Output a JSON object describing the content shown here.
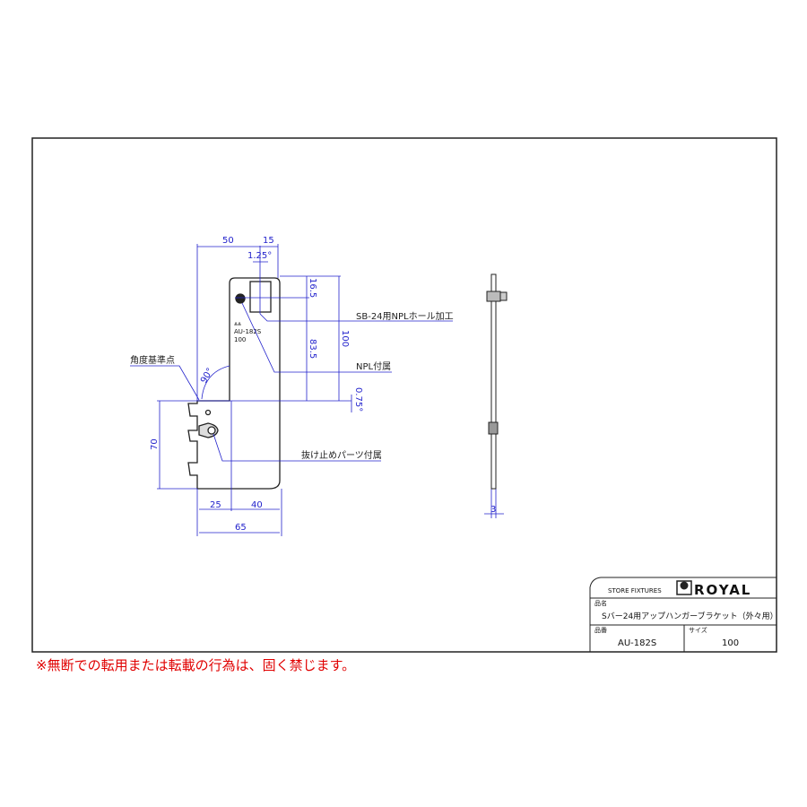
{
  "drawing": {
    "dimensions": {
      "d50": "50",
      "d15": "15",
      "angle_top": "1.25°",
      "d16_5": "16.5",
      "d100": "100",
      "d83_5": "83.5",
      "angle_bottom": "0.75°",
      "angle_90": "90°",
      "d70": "70",
      "d25": "25",
      "d40": "40",
      "d65": "65",
      "thickness": "3"
    },
    "callouts": {
      "angle_reference": "角度基準点",
      "hole": "SB-24用NPLホール加工",
      "npl": "NPL付属",
      "stopper": "抜け止めパーツ付属"
    },
    "part_marking": {
      "code": "AU-182S",
      "size": "100"
    }
  },
  "title_block": {
    "brand_text": "STORE FIXTURES",
    "logo_text": "ROYAL",
    "name_label": "品名",
    "name_value": "Sバー24用アップハンガーブラケット（外々用）",
    "number_label": "品番",
    "number_value": "AU-182S",
    "size_label": "サイズ",
    "size_value": "100"
  },
  "notice": "※無断での転用または転載の行為は、固く禁じます。",
  "colors": {
    "dimension": "#2222cc",
    "notice": "#e00000"
  }
}
